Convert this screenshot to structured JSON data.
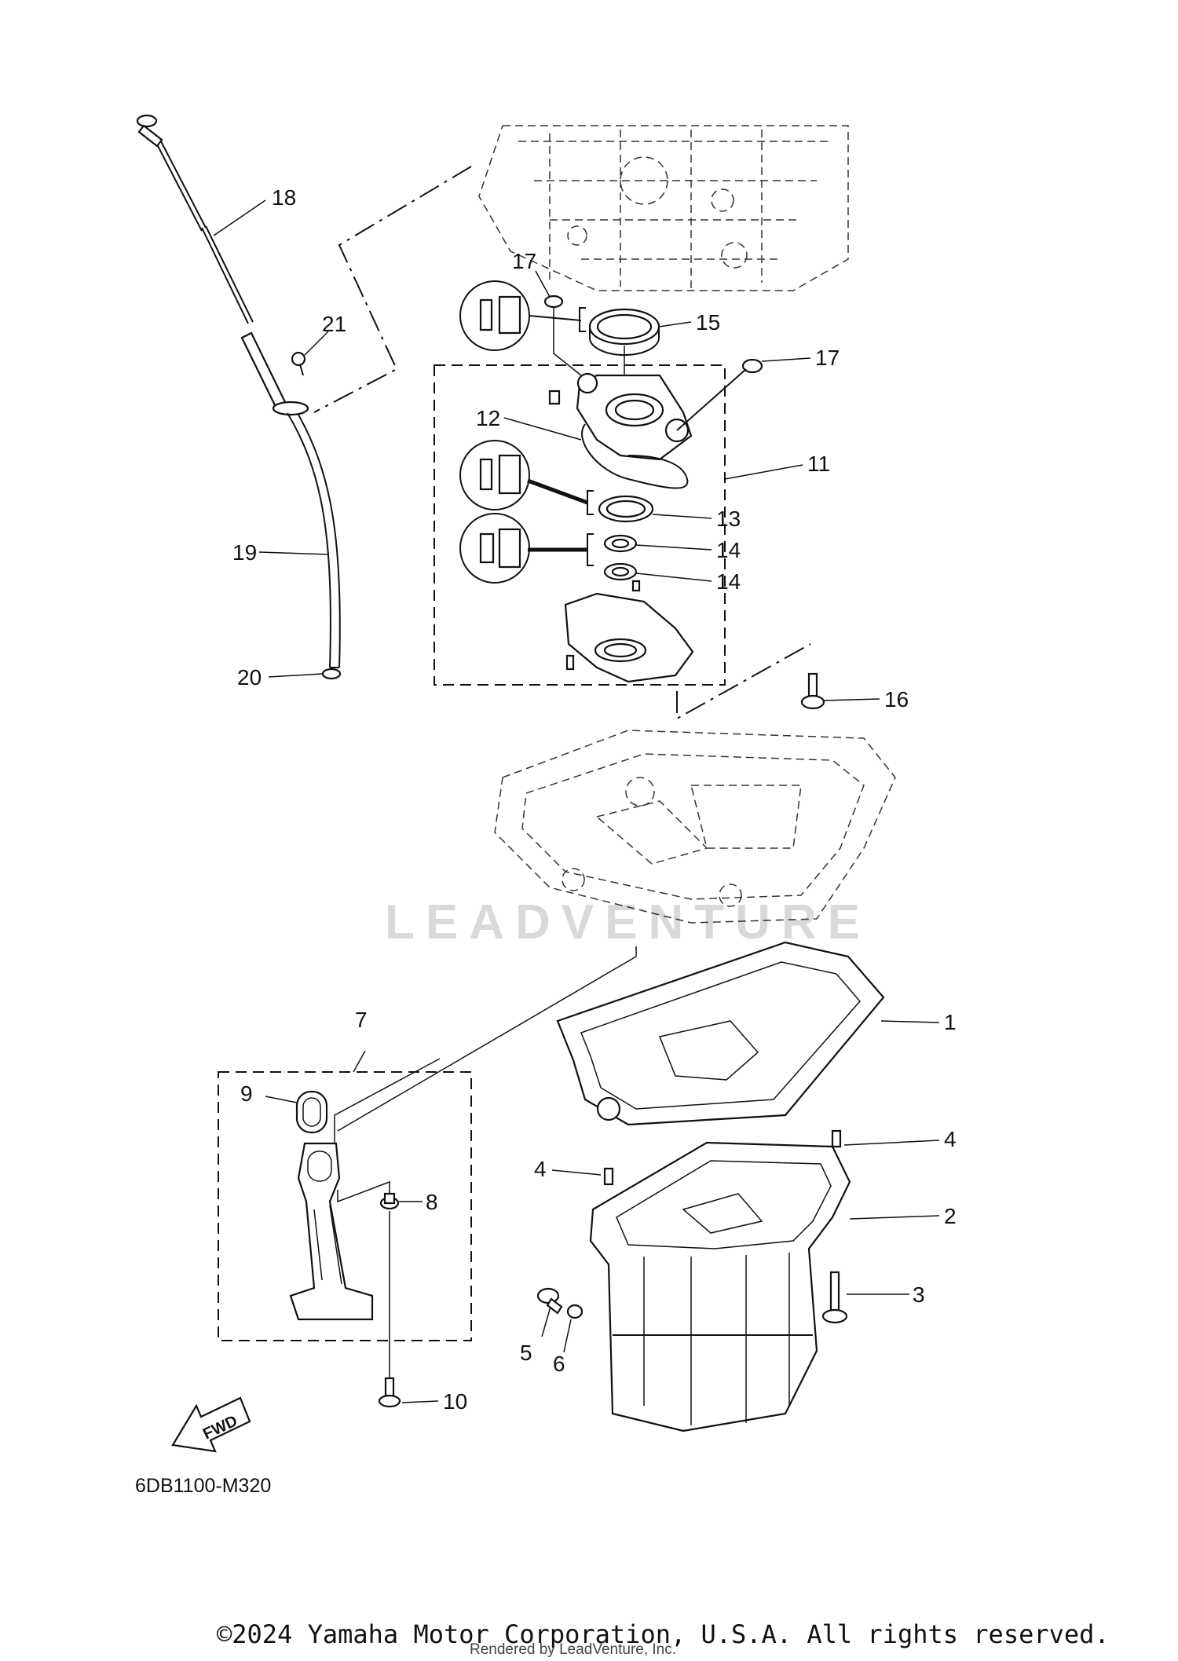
{
  "callouts": [
    "1",
    "2",
    "3",
    "4",
    "4",
    "5",
    "6",
    "7",
    "8",
    "9",
    "10",
    "11",
    "12",
    "13",
    "14",
    "14",
    "15",
    "16",
    "17",
    "17",
    "18",
    "19",
    "20",
    "21"
  ],
  "diagram_code": "6DB1100-M320",
  "fwd_label": "FWD",
  "watermark": "LEADVENTURE",
  "copyright": "©2024 Yamaha Motor Corporation, U.S.A. All rights reserved.",
  "rendered_by": "Rendered by LeadVenture, Inc."
}
